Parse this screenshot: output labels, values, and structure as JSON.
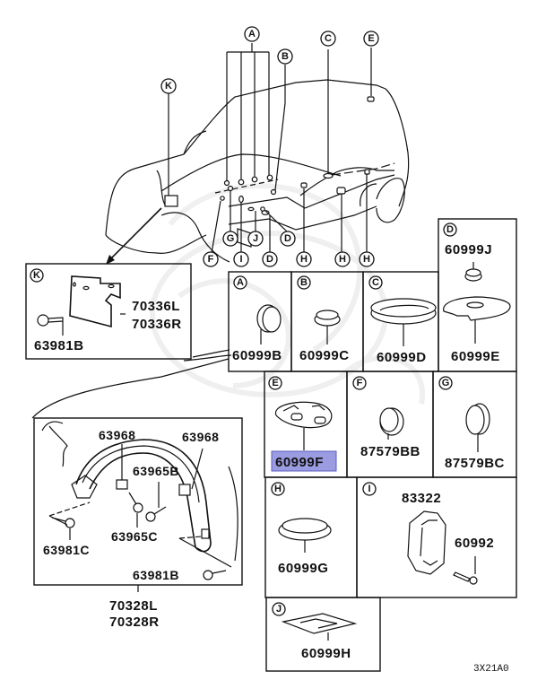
{
  "diagram": {
    "type": "exploded-parts-diagram",
    "reference_code": "3X21A0",
    "highlight_color": "#9a9be0",
    "overview_callouts": [
      "A",
      "B",
      "C",
      "E",
      "K",
      "G",
      "J",
      "D",
      "F",
      "I",
      "D",
      "H",
      "H",
      "H"
    ],
    "panels": {
      "K": {
        "label": "K",
        "parts": [
          "70336L",
          "70336R",
          "63981B"
        ]
      },
      "A": {
        "label": "A",
        "parts": [
          "60999B"
        ]
      },
      "B": {
        "label": "B",
        "parts": [
          "60999C"
        ]
      },
      "C": {
        "label": "C",
        "parts": [
          "60999D"
        ]
      },
      "D": {
        "label": "D",
        "parts": [
          "60999J",
          "60999E"
        ]
      },
      "E": {
        "label": "E",
        "parts": [
          "60999F"
        ],
        "highlighted": "60999F"
      },
      "F": {
        "label": "F",
        "parts": [
          "87579BB"
        ]
      },
      "G": {
        "label": "G",
        "parts": [
          "87579BC"
        ]
      },
      "H": {
        "label": "H",
        "parts": [
          "60999G"
        ]
      },
      "I": {
        "label": "I",
        "parts": [
          "83322",
          "60992"
        ]
      },
      "J": {
        "label": "J",
        "parts": [
          "60999H"
        ]
      }
    },
    "fender_liner": {
      "parts": [
        "63968",
        "63968",
        "63965B",
        "63965C",
        "63981C",
        "63981B"
      ],
      "assembly": [
        "70328L",
        "70328R"
      ]
    }
  }
}
